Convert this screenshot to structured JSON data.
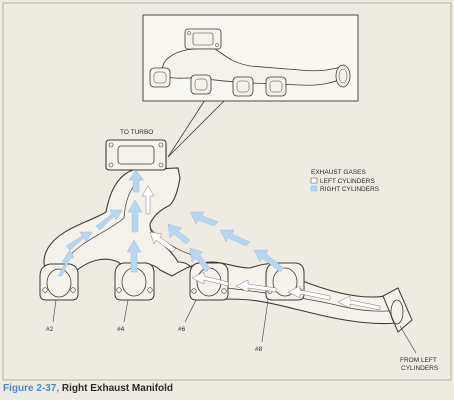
{
  "labels": {
    "to_turbo": "TO TURBO",
    "exhaust_gases": "EXHAUST GASES",
    "left_cylinders": "LEFT CYLINDERS",
    "right_cylinders": "RIGHT CYLINDERS",
    "cyl_2": "#2",
    "cyl_4": "#4",
    "cyl_6": "#6",
    "cyl_8": "#8",
    "from_left_line1": "FROM LEFT",
    "from_left_line2": "CYLINDERS"
  },
  "caption": {
    "figure": "Figure 2-37,",
    "title": "Right Exhaust Manifold"
  },
  "colors": {
    "background": "#eeece2",
    "line": "#3a3a3a",
    "manifold_fill": "#f4f2ea",
    "inset_fill": "#f7f6f0",
    "left_cyl_key": "#ffffff",
    "right_cyl_flow": "#b8d6ee",
    "caption_accent": "#4a86c7"
  }
}
